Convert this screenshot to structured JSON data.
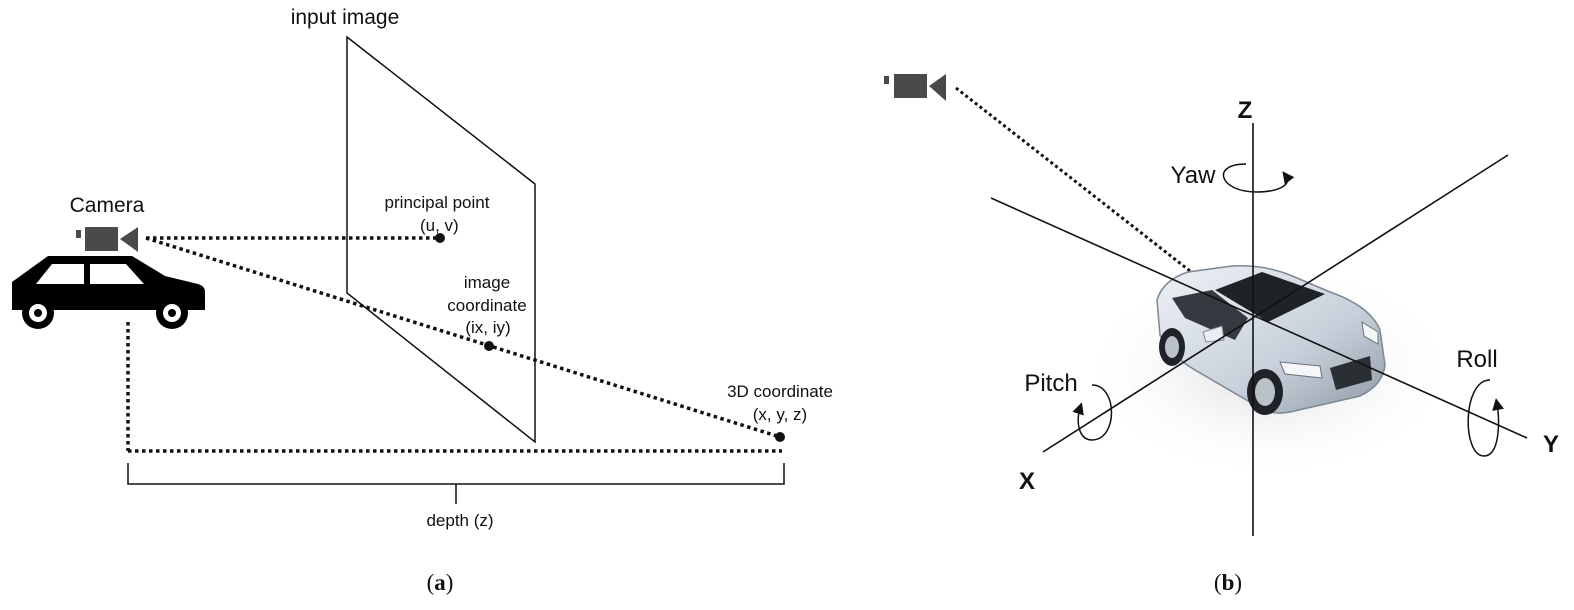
{
  "panel_a": {
    "input_image_label": "input image",
    "camera_label": "Camera",
    "principal_point_label": "principal point",
    "principal_point_coords": "(u, v)",
    "image_coordinate_label_1": "image",
    "image_coordinate_label_2": "coordinate",
    "image_coordinate_coords": "(ix, iy)",
    "world_coordinate_label": "3D coordinate",
    "world_coordinate_coords": "(x, y, z)",
    "depth_label": "depth (z)",
    "caption_open": "(",
    "caption_letter": "a",
    "caption_close": ")"
  },
  "panel_b": {
    "axis_z": "Z",
    "axis_x": "X",
    "axis_y": "Y",
    "yaw_label": "Yaw",
    "pitch_label": "Pitch",
    "roll_label": "Roll",
    "caption_open": "(",
    "caption_letter": "b",
    "caption_close": ")"
  },
  "colors": {
    "line": "#111111",
    "camera_icon": "#4a4a4a",
    "car_body": "#c9d3dd"
  }
}
